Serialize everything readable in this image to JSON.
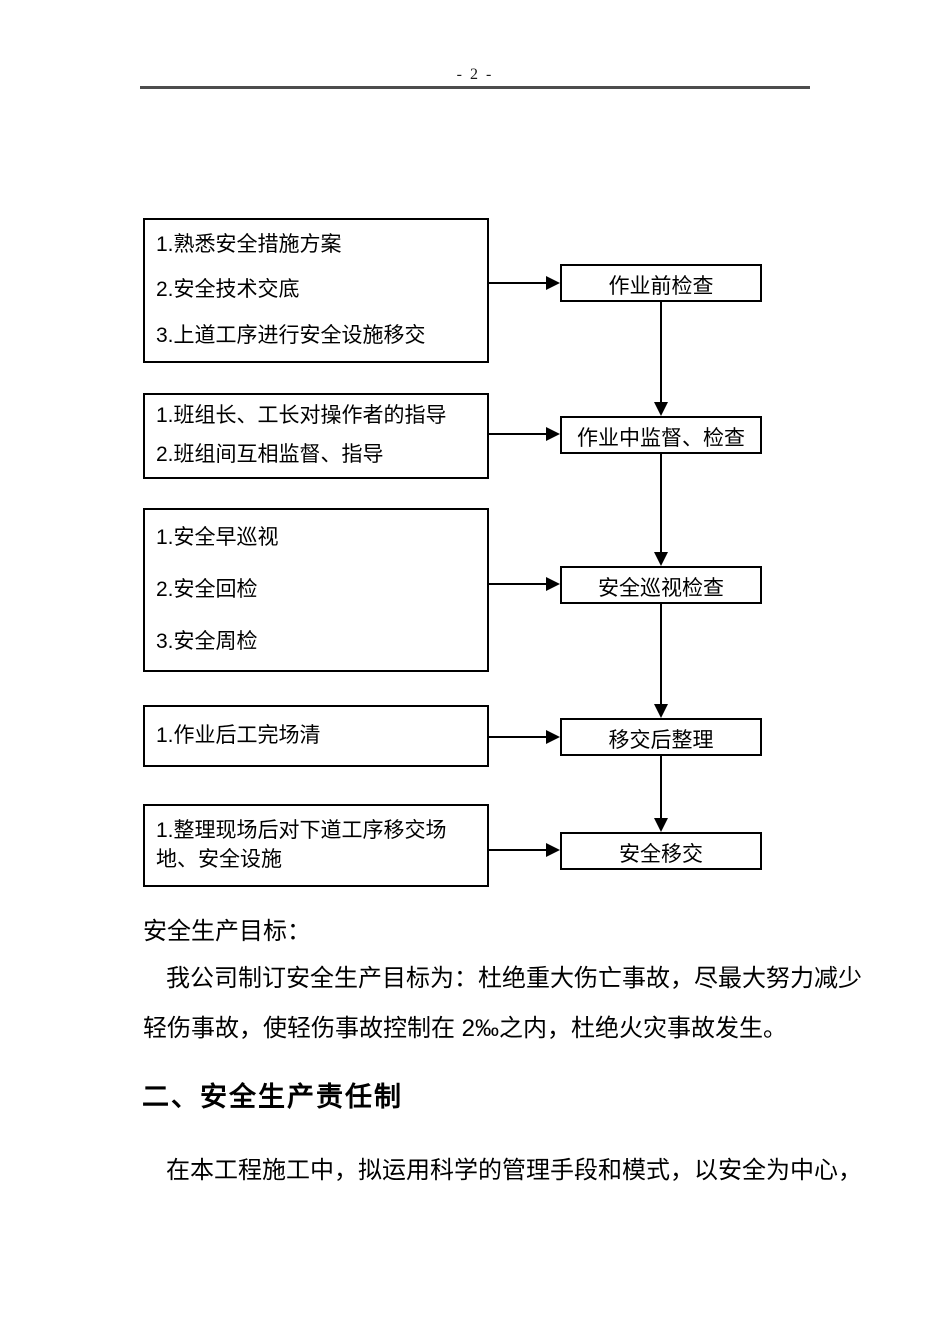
{
  "page": {
    "number": "- 2 -"
  },
  "colors": {
    "ink": "#000000",
    "box_border": "#000000",
    "header_rule": "#4d4d4d",
    "background": "#ffffff"
  },
  "flowchart": {
    "rows": [
      {
        "left_lines": [
          "1.熟悉安全措施方案",
          "2.安全技术交底",
          "3.上道工序进行安全设施移交"
        ],
        "right": "作业前检查"
      },
      {
        "left_lines": [
          "1.班组长、工长对操作者的指导",
          "2.班组间互相监督、指导"
        ],
        "right": "作业中监督、检查"
      },
      {
        "left_lines": [
          "1.安全早巡视",
          "2.安全回检",
          "3.安全周检"
        ],
        "right": "安全巡视检查"
      },
      {
        "left_lines": [
          "1.作业后工完场清"
        ],
        "right": "移交后整理"
      },
      {
        "left_lines": [
          "1.整理现场后对下道工序移交场地、安全设施"
        ],
        "right": "安全移交"
      }
    ]
  },
  "sections": {
    "goal_heading": "安全生产目标：",
    "goal_lines": [
      "我公司制订安全生产目标为：杜绝重大伤亡事故，尽最大努力减少",
      "轻伤事故，使轻伤事故控制在 2‰之内，杜绝火灾事故发生。"
    ],
    "chapter_heading": "二、安全生产责任制",
    "chapter_lines": [
      "在本工程施工中，拟运用科学的管理手段和模式，以安全为中心，"
    ]
  }
}
